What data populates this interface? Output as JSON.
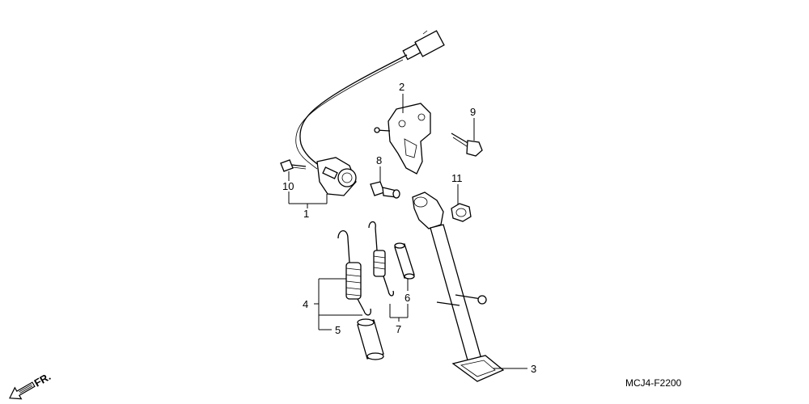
{
  "callouts": {
    "p1": "1",
    "p2": "2",
    "p3": "3",
    "p4": "4",
    "p5": "5",
    "p6": "6",
    "p7": "7",
    "p8": "8",
    "p9": "9",
    "p10": "10",
    "p11": "11"
  },
  "diagram_code": "MCJ4-F2200",
  "front_indicator": "FR."
}
